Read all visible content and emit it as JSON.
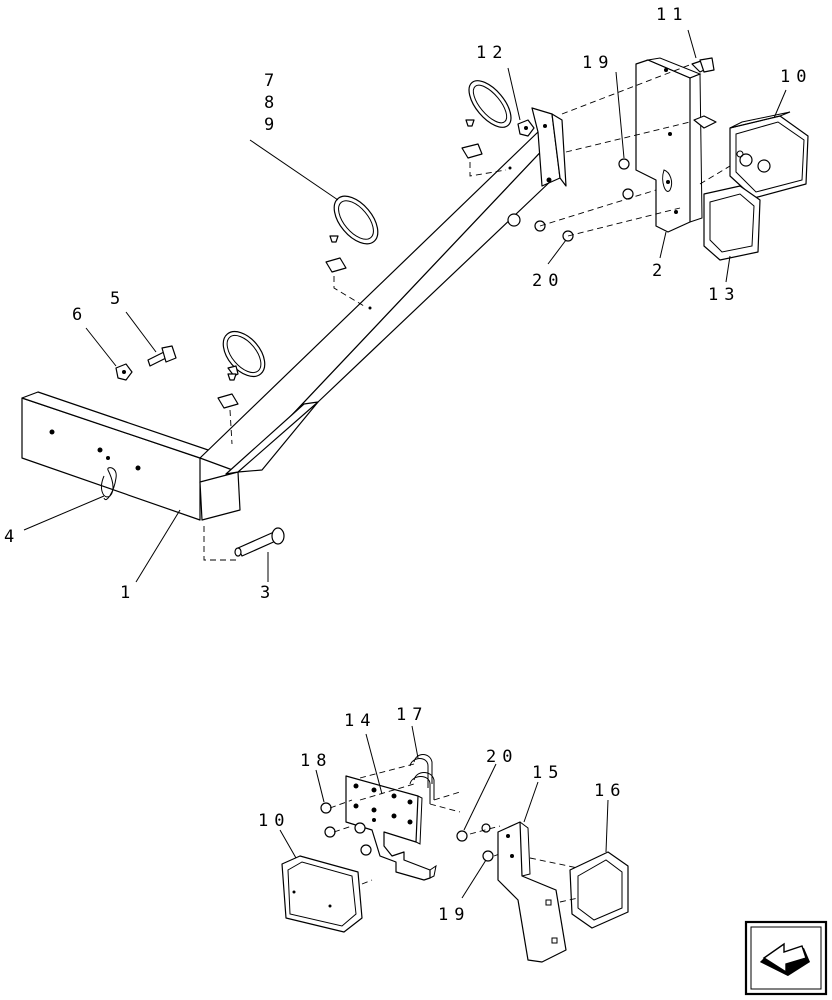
{
  "callouts": {
    "c1": "1",
    "c2": "2",
    "c3": "3",
    "c4": "4",
    "c5": "5",
    "c6": "6",
    "c7": "7",
    "c8": "8",
    "c9": "9",
    "c10a": "10",
    "c11": "11",
    "c12": "12",
    "c13": "13",
    "c19a": "19",
    "c20a": "20",
    "c10b": "10",
    "c14": "14",
    "c15": "15",
    "c16": "16",
    "c17": "17",
    "c18": "18",
    "c19b": "19",
    "c20b": "20"
  },
  "nav_icon": "next-page-arrow-icon"
}
